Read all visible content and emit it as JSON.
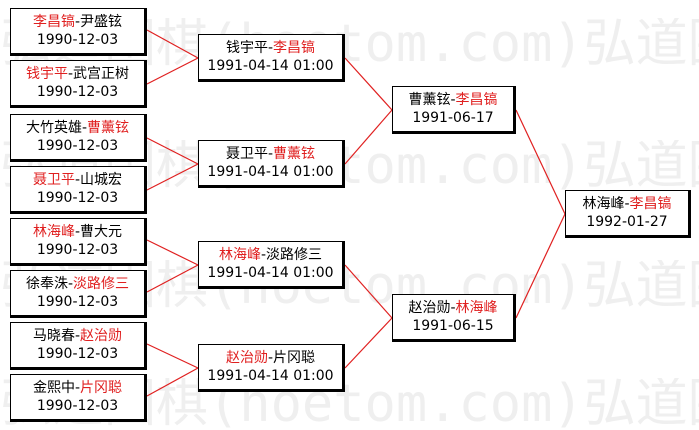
{
  "watermark": {
    "text": "弘道围棋(hoetom.com)弘道围棋(hoetom.com)"
  },
  "colors": {
    "line": "#e02020",
    "winner": "#e02020",
    "loser": "#000000"
  },
  "round1": [
    {
      "p1": "李昌镐",
      "sep": "-",
      "p2": "尹盛铉",
      "winner": 1,
      "date": "1990-12-03"
    },
    {
      "p1": "钱宇平",
      "sep": "-",
      "p2": "武宫正树",
      "winner": 1,
      "date": "1990-12-03"
    },
    {
      "p1": "大竹英雄",
      "sep": "-",
      "p2": "曹薰铉",
      "winner": 2,
      "date": "1990-12-03"
    },
    {
      "p1": "聂卫平",
      "sep": "-",
      "p2": "山城宏",
      "winner": 1,
      "date": "1990-12-03"
    },
    {
      "p1": "林海峰",
      "sep": "-",
      "p2": "曹大元",
      "winner": 1,
      "date": "1990-12-03"
    },
    {
      "p1": "徐奉洙",
      "sep": "-",
      "p2": "淡路修三",
      "winner": 2,
      "date": "1990-12-03"
    },
    {
      "p1": "马晓春",
      "sep": "-",
      "p2": "赵治勋",
      "winner": 2,
      "date": "1990-12-03"
    },
    {
      "p1": "金熙中",
      "sep": "-",
      "p2": "片冈聪",
      "winner": 2,
      "date": "1990-12-03"
    }
  ],
  "round2": [
    {
      "p1": "钱宇平",
      "sep": "-",
      "p2": "李昌镐",
      "winner": 2,
      "date": "1991-04-14 01:00"
    },
    {
      "p1": "聂卫平",
      "sep": "-",
      "p2": "曹薰铉",
      "winner": 2,
      "date": "1991-04-14 01:00"
    },
    {
      "p1": "林海峰",
      "sep": "-",
      "p2": "淡路修三",
      "winner": 1,
      "date": "1991-04-14 01:00"
    },
    {
      "p1": "赵治勋",
      "sep": "-",
      "p2": "片冈聪",
      "winner": 1,
      "date": "1991-04-14 01:00"
    }
  ],
  "round3": [
    {
      "p1": "曹薰铉",
      "sep": "-",
      "p2": "李昌镐",
      "winner": 2,
      "date": "1991-06-17"
    },
    {
      "p1": "赵治勋",
      "sep": "-",
      "p2": "林海峰",
      "winner": 2,
      "date": "1991-06-15"
    }
  ],
  "final": [
    {
      "p1": "林海峰",
      "sep": "-",
      "p2": "李昌镐",
      "winner": 2,
      "date": "1992-01-27"
    }
  ]
}
